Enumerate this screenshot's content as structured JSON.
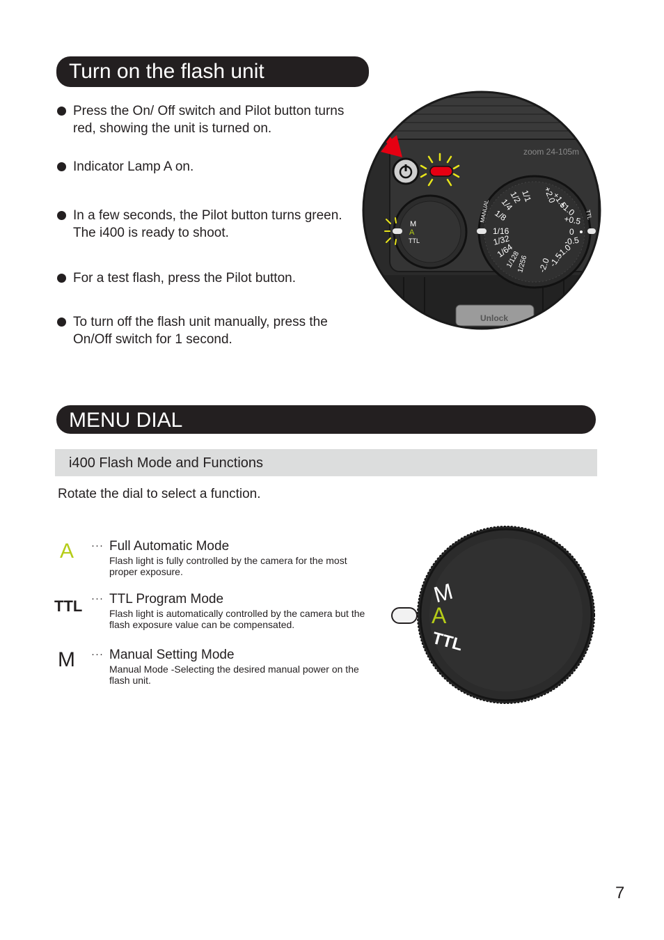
{
  "section1": {
    "title": "Turn on the flash unit",
    "bullets": [
      "Press the On/ Off switch and Pilot button turns red, showing the unit is turned on.",
      "Indicator Lamp A on.",
      "In a few seconds, the Pilot button turns green. The i400 is ready to shoot.",
      "For a test flash, press the Pilot button.",
      "To turn off the flash unit manually, press the On/Off switch for 1 second."
    ],
    "illustration": {
      "zoom_label": "zoom 24-105m",
      "unlock_label": "Unlock",
      "mode_letters": [
        "M",
        "A",
        "TTL"
      ],
      "manual_label": "MANUAL",
      "ttl_label": "TTL",
      "power_scale": [
        "1/1",
        "1/2",
        "1/4",
        "1/8",
        "1/16",
        "1/32",
        "1/64",
        "1/128",
        "1/256"
      ],
      "ev_scale": [
        "+2.0",
        "+1.5",
        "+1.0",
        "+0.5",
        "0",
        "-0.5",
        "-1.0",
        "-1.5",
        "-2.0"
      ],
      "colors": {
        "pilot_red": "#e60012",
        "lamp_yellow": "#e8e51a",
        "arrow_red": "#e60012",
        "mode_a_green": "#b5cc18"
      }
    }
  },
  "section2": {
    "title": "MENU DIAL",
    "subtitle": "i400 Flash Mode and Functions",
    "instruction": "Rotate the dial to select a function.",
    "modes": [
      {
        "symbol": "A",
        "dots": "···",
        "title": "Full Automatic Mode",
        "desc": "Flash light is fully controlled by the camera for the most proper exposure.",
        "color": "#b5cc18"
      },
      {
        "symbol": "TTL",
        "dots": "···",
        "title": "TTL Program Mode",
        "desc": "Flash light is automatically controlled by the camera but the flash exposure value can be compensated.",
        "color": "#231f20"
      },
      {
        "symbol": "M",
        "dots": "···",
        "title": "Manual Setting Mode",
        "desc": "Manual Mode -Selecting the desired manual power on the flash unit.",
        "color": "#231f20"
      }
    ],
    "dial": {
      "letters": [
        "M",
        "A",
        "TTL"
      ],
      "a_color": "#b5cc18"
    }
  },
  "page_number": "7"
}
